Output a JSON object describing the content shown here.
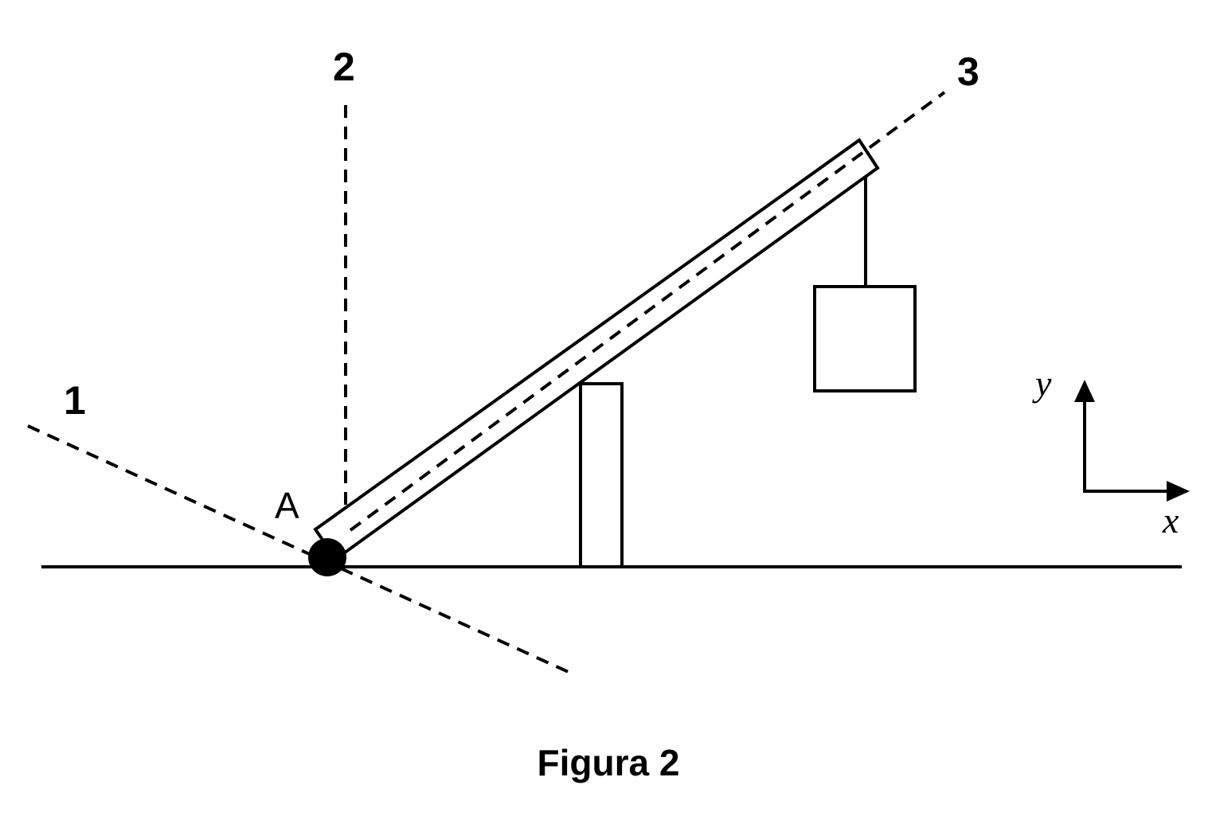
{
  "line_labels": {
    "line_1": "1",
    "line_2": "2",
    "line_3": "3"
  },
  "point_label": "A",
  "axes": {
    "x_label": "x",
    "y_label": "y"
  },
  "caption": "Figura 2",
  "colors": {
    "ink": "#000000",
    "background": "#ffffff"
  }
}
